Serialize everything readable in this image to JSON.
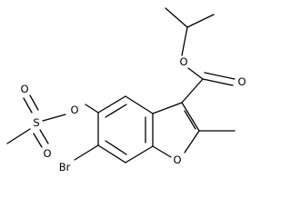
{
  "molecule": {
    "atoms": {
      "o_ester_carbonyl": "O",
      "o_ester_single": "O",
      "o_furan": "O",
      "o_sulfonate_link": "O",
      "s_sulfonyl": "S",
      "o_sulfonyl_top": "O",
      "o_sulfonyl_bottom": "O",
      "br": "Br"
    },
    "colors": {
      "bond": "#000000",
      "label": "#000000",
      "background": "#ffffff"
    }
  }
}
